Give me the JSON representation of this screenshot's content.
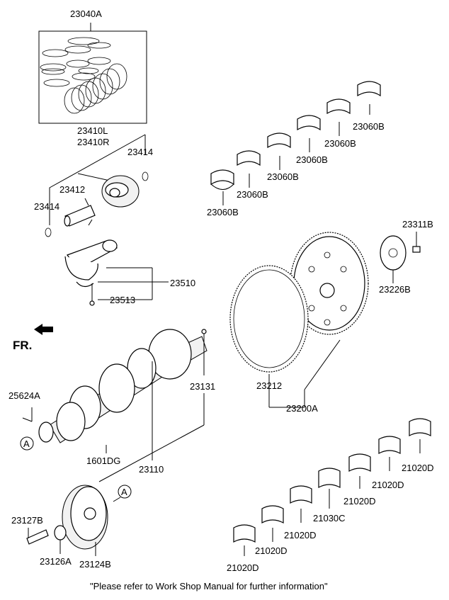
{
  "diagram": {
    "labels": {
      "l23040A": "23040A",
      "l23410L": "23410L",
      "l23410R": "23410R",
      "l23414a": "23414",
      "l23412": "23412",
      "l23414b": "23414",
      "l23510": "23510",
      "l23513": "23513",
      "l23060B_1": "23060B",
      "l23060B_2": "23060B",
      "l23060B_3": "23060B",
      "l23060B_4": "23060B",
      "l23060B_5": "23060B",
      "l23060B_6": "23060B",
      "l23311B": "23311B",
      "l23226B": "23226B",
      "l23212": "23212",
      "l23200A": "23200A",
      "l25624A": "25624A",
      "l23131": "23131",
      "l1601DG": "1601DG",
      "l23110": "23110",
      "l23127B": "23127B",
      "l23126A": "23126A",
      "l23124B": "23124B",
      "l21020D_1": "21020D",
      "l21020D_2": "21020D",
      "l21020D_3": "21020D",
      "l21030C": "21030C",
      "l21020D_4": "21020D",
      "l21020D_5": "21020D",
      "l21020D_6": "21020D",
      "circleA1": "A",
      "circleA2": "A"
    },
    "fr_label": "FR.",
    "footer_note": "\"Please refer to Work Shop Manual for further information\""
  }
}
